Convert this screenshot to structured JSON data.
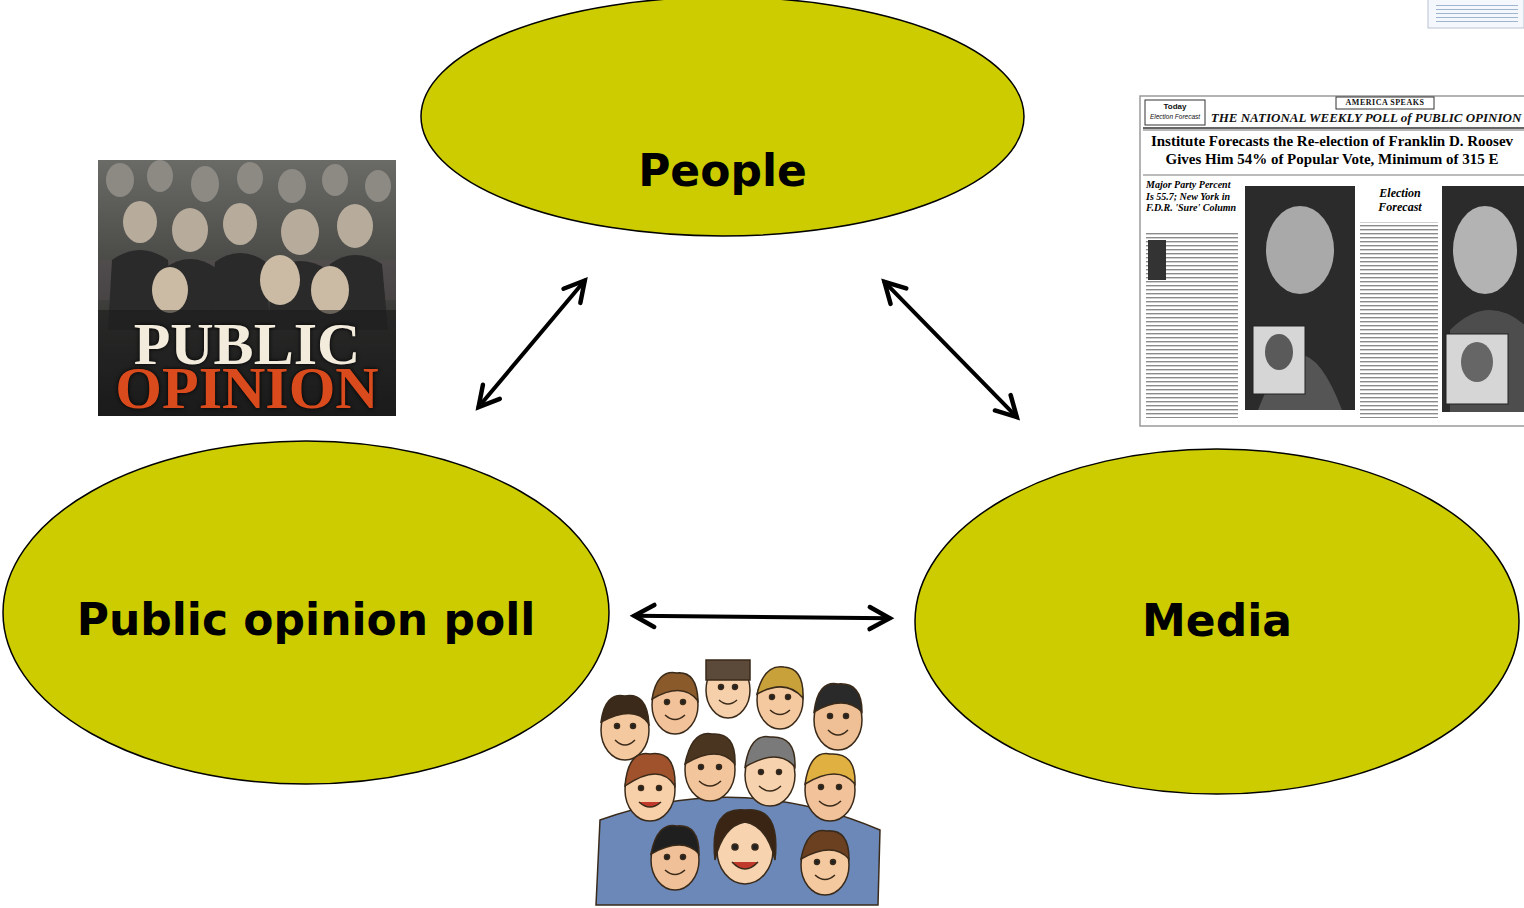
{
  "diagram": {
    "nodes": [
      {
        "text": [
          "People"
        ]
      },
      {
        "text": [
          "Public opinion poll"
        ]
      },
      {
        "text": [
          "Media"
        ]
      }
    ],
    "edges": [
      {
        "from": 0,
        "to": 1,
        "arrow": "both"
      },
      {
        "from": 0,
        "to": 2,
        "arrow": "both"
      },
      {
        "from": 1,
        "to": 2,
        "arrow": "both"
      }
    ],
    "labels": [
      "PUBLIC OPINION",
      "Today",
      "Election Forecast",
      "AMERICA SPEAKS",
      "THE NATIONAL WEEKLY POLL of PUBLIC OPINION",
      "Institute Forecasts the Re-election of Franklin D. Roosev Gives Him 54% of Popular Vote, Minimum of 315 E",
      "Major Party Percent Is 55.7; New York in F.D.R. 'Sure' Column",
      "Election Forecast"
    ]
  }
}
